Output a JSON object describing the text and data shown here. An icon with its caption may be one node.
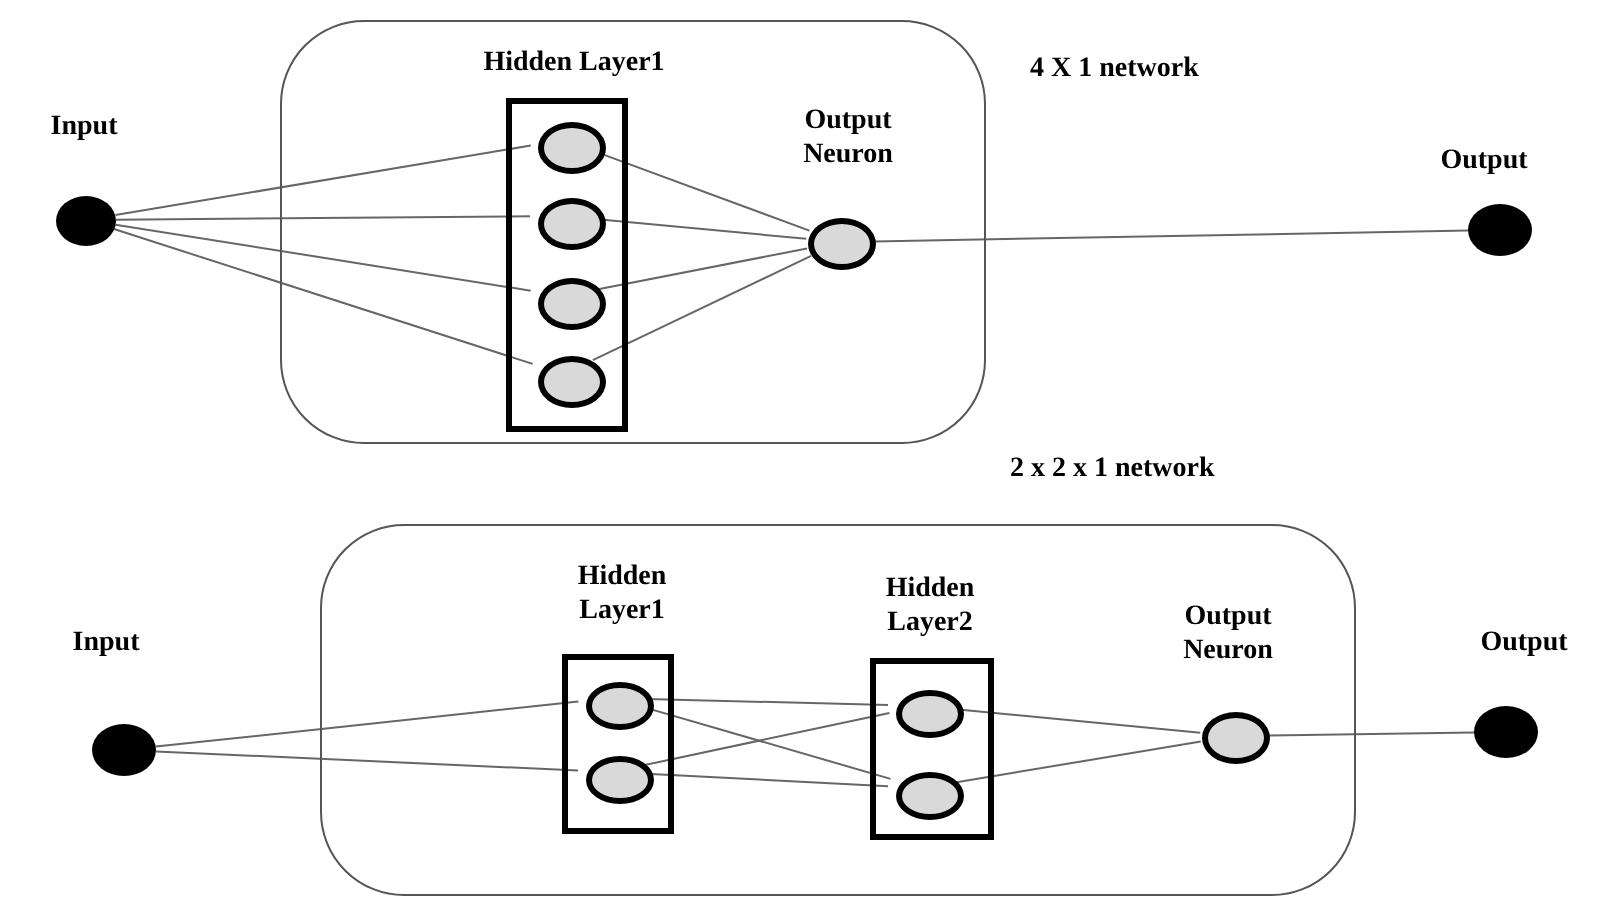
{
  "diagram": {
    "nodes": [
      {
        "text": [],
        "shape": "box"
      },
      {
        "text": [
          "Input"
        ]
      },
      {
        "text": [
          "Hidden Layer1"
        ],
        "in": 0
      },
      {
        "text": [],
        "shape": "circle",
        "in": 2
      },
      {
        "text": [],
        "shape": "circle",
        "in": 2
      },
      {
        "text": [],
        "shape": "circle",
        "in": 2
      },
      {
        "text": [],
        "shape": "circle",
        "in": 2
      },
      {
        "text": [
          "Output Neuron"
        ],
        "in": 0
      },
      {
        "text": [
          "Output"
        ]
      },
      {
        "text": [],
        "shape": "box"
      },
      {
        "text": [
          "Input"
        ]
      },
      {
        "text": [
          "Hidden Layer1"
        ],
        "in": 9
      },
      {
        "text": [],
        "shape": "circle",
        "in": 11
      },
      {
        "text": [],
        "shape": "circle",
        "in": 11
      },
      {
        "text": [
          "Hidden Layer2"
        ],
        "in": 9
      },
      {
        "text": [],
        "shape": "circle",
        "in": 14
      },
      {
        "text": [],
        "shape": "circle",
        "in": 14
      },
      {
        "text": [
          "Output Neuron"
        ],
        "in": 9
      },
      {
        "text": [
          "Output"
        ]
      }
    ],
    "edges": [
      {
        "from": 1,
        "to": 3,
        "arrow": "none"
      },
      {
        "from": 1,
        "to": 4,
        "arrow": "none"
      },
      {
        "from": 1,
        "to": 5,
        "arrow": "none"
      },
      {
        "from": 1,
        "to": 6,
        "arrow": "none"
      },
      {
        "from": 3,
        "to": 7,
        "arrow": "none"
      },
      {
        "from": 4,
        "to": 7,
        "arrow": "none"
      },
      {
        "from": 5,
        "to": 7,
        "arrow": "none"
      },
      {
        "from": 6,
        "to": 7,
        "arrow": "none"
      },
      {
        "from": 7,
        "to": 8,
        "arrow": "none"
      },
      {
        "from": 10,
        "to": 12,
        "arrow": "none"
      },
      {
        "from": 10,
        "to": 13,
        "arrow": "none"
      },
      {
        "from": 12,
        "to": 15,
        "arrow": "none"
      },
      {
        "from": 12,
        "to": 16,
        "arrow": "none"
      },
      {
        "from": 13,
        "to": 15,
        "arrow": "none"
      },
      {
        "from": 13,
        "to": 16,
        "arrow": "none"
      },
      {
        "from": 15,
        "to": 17,
        "arrow": "none"
      },
      {
        "from": 16,
        "to": 17,
        "arrow": "none"
      },
      {
        "from": 17,
        "to": 18,
        "arrow": "none"
      }
    ],
    "labels": [
      "4 X 1 network",
      "2 x 2 x 1 network"
    ]
  }
}
